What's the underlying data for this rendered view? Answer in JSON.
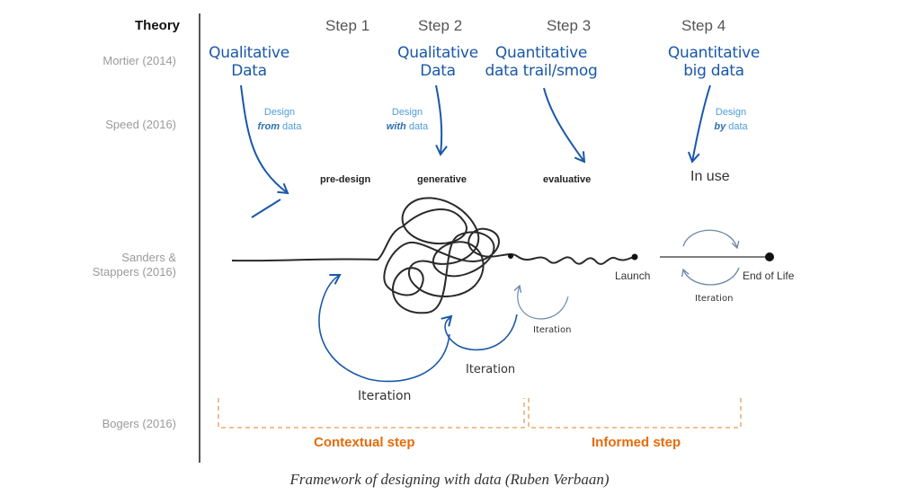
{
  "theory_header": "Theory",
  "references": {
    "mortier": "Mortier (2014)",
    "speed": "Speed (2016)",
    "sanders_line1": "Sanders &",
    "sanders_line2": "Stappers (2016)",
    "bogers": "Bogers (2016)"
  },
  "steps": [
    "Step 1",
    "Step 2",
    "Step 3",
    "Step 4"
  ],
  "data_types": [
    {
      "line1": "Qualitative",
      "line2": "Data"
    },
    {
      "line1": "Qualitative",
      "line2": "Data"
    },
    {
      "line1": "Quantitative",
      "line2": "data trail/smog"
    },
    {
      "line1": "Quantitative",
      "line2": "big data"
    }
  ],
  "design_labels": [
    {
      "line1": "Design",
      "emph": "from",
      "rest": " data"
    },
    {
      "line1": "Design",
      "emph": "with",
      "rest": " data"
    },
    {
      "line1": "Design",
      "emph": "by",
      "rest": " data"
    }
  ],
  "phases": {
    "pre_design": "pre-design",
    "generative": "generative",
    "evaluative": "evaluative",
    "in_use": "In use"
  },
  "launch_label": "Launch",
  "end_of_life_label": "End of Life",
  "iteration_label": "Iteration",
  "contextual_step": "Contextual step",
  "informed_step": "Informed step",
  "caption": "Framework of designing with data (Ruben Verbaan)",
  "colors": {
    "handwriting_blue": "#1a58a8",
    "design_blue": "#4f9dd8",
    "orange": "#e46c0a",
    "reference_gray": "#9a9a9a"
  }
}
